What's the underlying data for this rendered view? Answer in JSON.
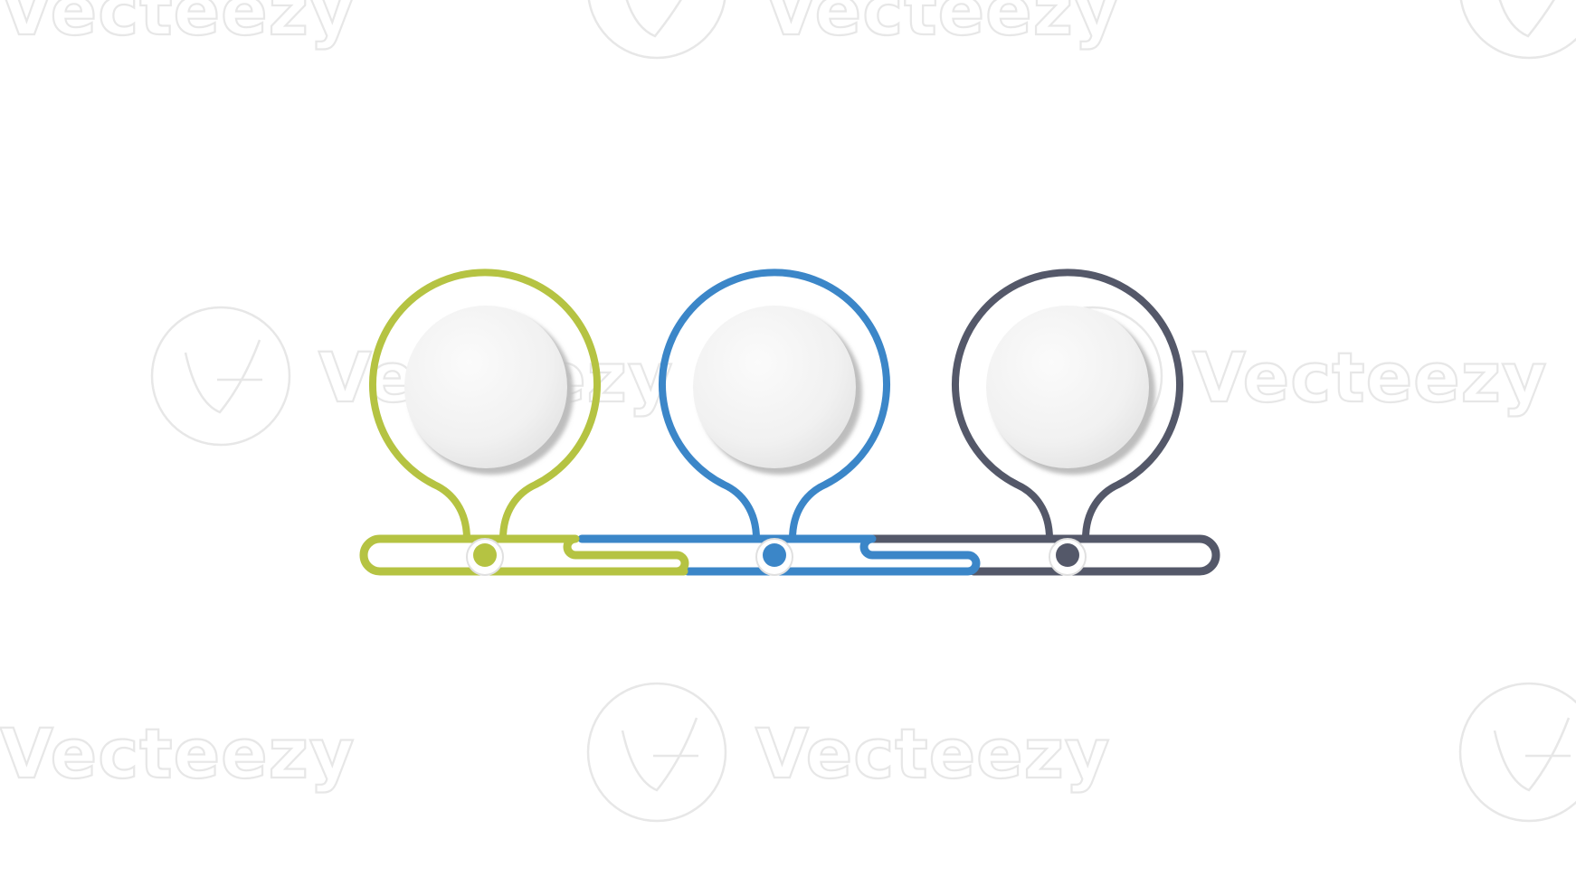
{
  "watermark": {
    "text": "Vecteezy",
    "color": "#e6e6e6"
  },
  "colors": {
    "green": "#b5c342",
    "blue": "#3b86c8",
    "slate": "#545869",
    "disc_fill": "#f3f3f3",
    "disc_shadow": "#bdbdbd"
  },
  "steps": [
    {
      "id": "step-1",
      "color_key": "green"
    },
    {
      "id": "step-2",
      "color_key": "blue"
    },
    {
      "id": "step-3",
      "color_key": "slate"
    }
  ]
}
